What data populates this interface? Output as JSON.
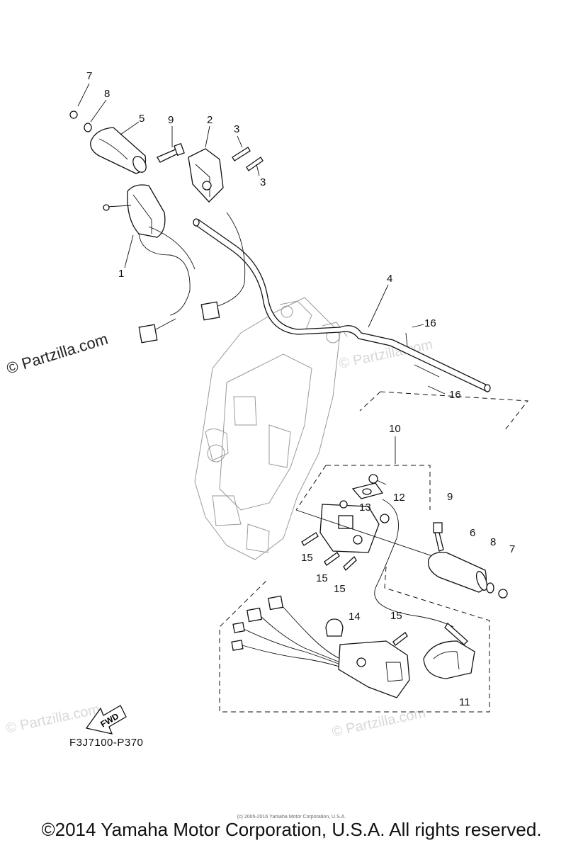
{
  "diagram": {
    "callouts": {
      "c1": "1",
      "c2": "2",
      "c3a": "3",
      "c3b": "3",
      "c4": "4",
      "c5": "5",
      "c6": "6",
      "c7a": "7",
      "c7b": "7",
      "c8a": "8",
      "c8b": "8",
      "c9a": "9",
      "c9b": "9",
      "c10": "10",
      "c11": "11",
      "c12": "12",
      "c13": "13",
      "c14": "14",
      "c15a": "15",
      "c15b": "15",
      "c15c": "15",
      "c15d": "15",
      "c16a": "16",
      "c16b": "16"
    },
    "fwd_label": "FWD",
    "figure_code": "F3J7100-P370"
  },
  "watermarks": {
    "main": "© Partzilla.com",
    "faint": "© Partzilla.com"
  },
  "footer": {
    "copyright": "©2014 Yamaha Motor Corporation, U.S.A. All rights reserved.",
    "small_notice": "(c) 2005-2016 Yamaha Motor Corporation, U.S.A."
  }
}
